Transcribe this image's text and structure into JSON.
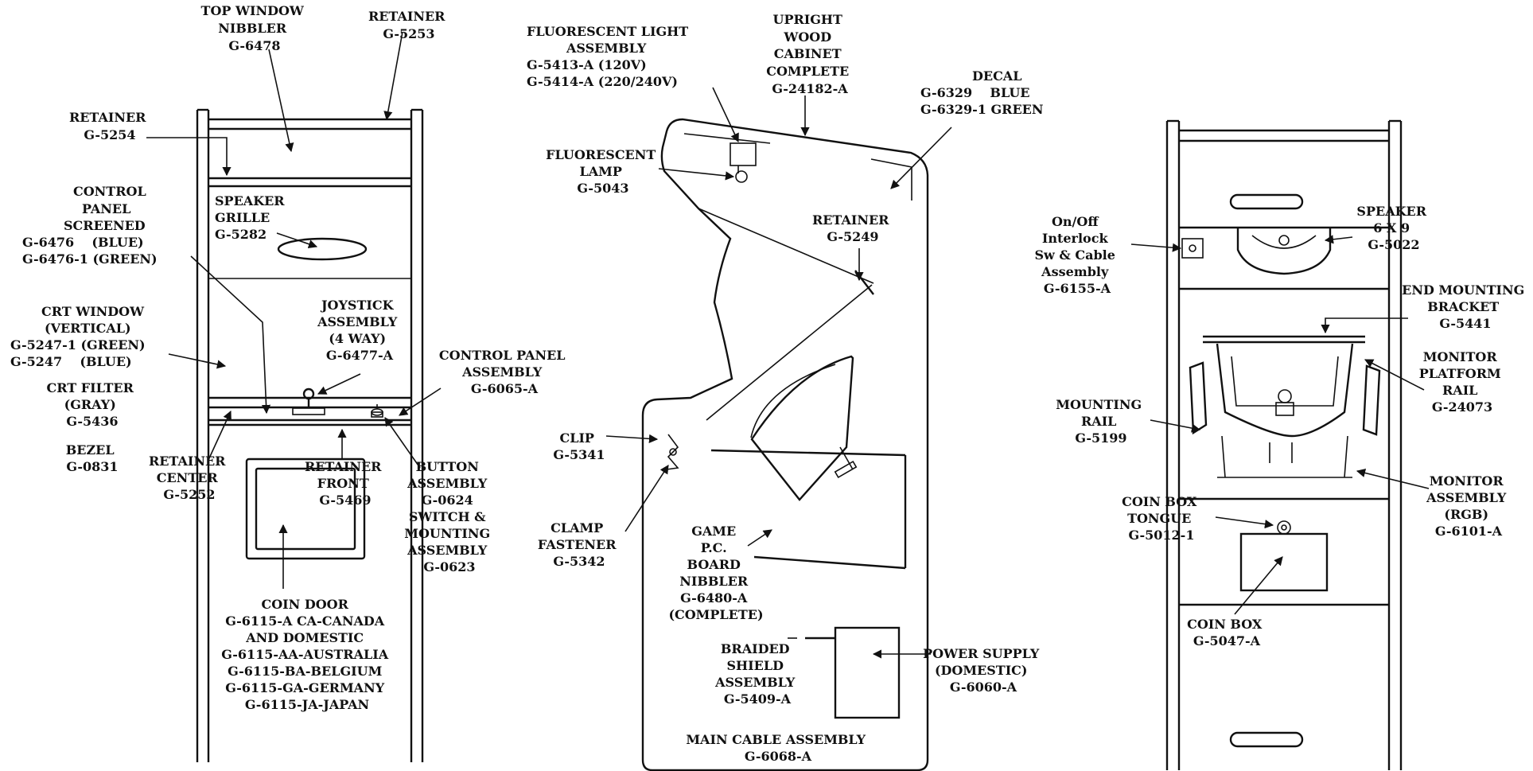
{
  "diagram": {
    "labels": {
      "top_window_nibbler": [
        "TOP WINDOW",
        "NIBBLER",
        "G-6478"
      ],
      "retainer_5253": [
        "RETAINER",
        "G-5253"
      ],
      "retainer_5254": [
        "RETAINER",
        "G-5254"
      ],
      "control_panel_screened": [
        "CONTROL",
        "PANEL",
        "SCREENED",
        "G-6476    (BLUE)",
        "G-6476-1 (GREEN)"
      ],
      "speaker_grille": [
        "SPEAKER",
        "GRILLE",
        "G-5282"
      ],
      "crt_window": [
        "CRT WINDOW",
        "(VERTICAL)",
        "G-5247-1 (GREEN)",
        "G-5247    (BLUE)"
      ],
      "joystick_assembly": [
        "JOYSTICK",
        "ASSEMBLY",
        "(4 WAY)",
        "G-6477-A"
      ],
      "crt_filter": [
        "CRT FILTER",
        "(GRAY)",
        "G-5436"
      ],
      "bezel": [
        "BEZEL",
        "G-0831"
      ],
      "control_panel_assembly": [
        "CONTROL PANEL",
        "ASSEMBLY",
        "G-6065-A"
      ],
      "retainer_center": [
        "RETAINER",
        "CENTER",
        "G-5252"
      ],
      "retainer_front": [
        "RETAINER",
        "FRONT",
        "G-5469"
      ],
      "button_assembly": [
        "BUTTON",
        "ASSEMBLY",
        "G-0624",
        "SWITCH &",
        "MOUNTING",
        "ASSEMBLY",
        "G-0623"
      ],
      "coin_door": [
        "COIN DOOR",
        "G-6115-A CA-CANADA",
        "AND DOMESTIC",
        "G-6115-AA-AUSTRALIA",
        "G-6115-BA-BELGIUM",
        "G-6115-GA-GERMANY",
        "G-6115-JA-JAPAN"
      ],
      "fluorescent_light_assembly": [
        "FLUORESCENT LIGHT",
        "ASSEMBLY",
        "G-5413-A (120V)",
        "G-5414-A (220/240V)"
      ],
      "upright_wood_cabinet": [
        "UPRIGHT",
        "WOOD",
        "CABINET",
        "COMPLETE",
        "G-24182-A"
      ],
      "decal": [
        "DECAL",
        "G-6329    BLUE",
        "G-6329-1 GREEN"
      ],
      "fluorescent_lamp": [
        "FLUORESCENT",
        "LAMP",
        "G-5043"
      ],
      "retainer_5249": [
        "RETAINER",
        "G-5249"
      ],
      "clip": [
        "CLIP",
        "G-5341"
      ],
      "clamp_fastener": [
        "CLAMP",
        "FASTENER",
        "G-5342"
      ],
      "game_pc_board": [
        "GAME",
        "P.C.",
        "BOARD",
        "NIBBLER",
        "G-6480-A",
        "(COMPLETE)"
      ],
      "braided_shield": [
        "BRAIDED",
        "SHIELD",
        "ASSEMBLY",
        "G-5409-A"
      ],
      "power_supply": [
        "POWER SUPPLY",
        "(DOMESTIC)",
        "G-6060-A"
      ],
      "main_cable": [
        "MAIN CABLE ASSEMBLY",
        "G-6068-A"
      ],
      "interlock_switch": [
        "On/Off",
        "Interlock",
        "Sw & Cable",
        "Assembly",
        "G-6155-A"
      ],
      "speaker": [
        "SPEAKER",
        "6 X 9",
        "G-5022"
      ],
      "end_mounting_bracket": [
        "END MOUNTING",
        "BRACKET",
        "G-5441"
      ],
      "monitor_platform_rail": [
        "MONITOR",
        "PLATFORM",
        "RAIL",
        "G-24073"
      ],
      "mounting_rail": [
        "MOUNTING",
        "RAIL",
        "G-5199"
      ],
      "monitor_assembly": [
        "MONITOR",
        "ASSEMBLY",
        "(RGB)",
        "G-6101-A"
      ],
      "coin_box_tongue": [
        "COIN BOX",
        "TONGUE",
        "G-5012-1"
      ],
      "coin_box": [
        "COIN BOX",
        "G-5047-A"
      ]
    }
  }
}
